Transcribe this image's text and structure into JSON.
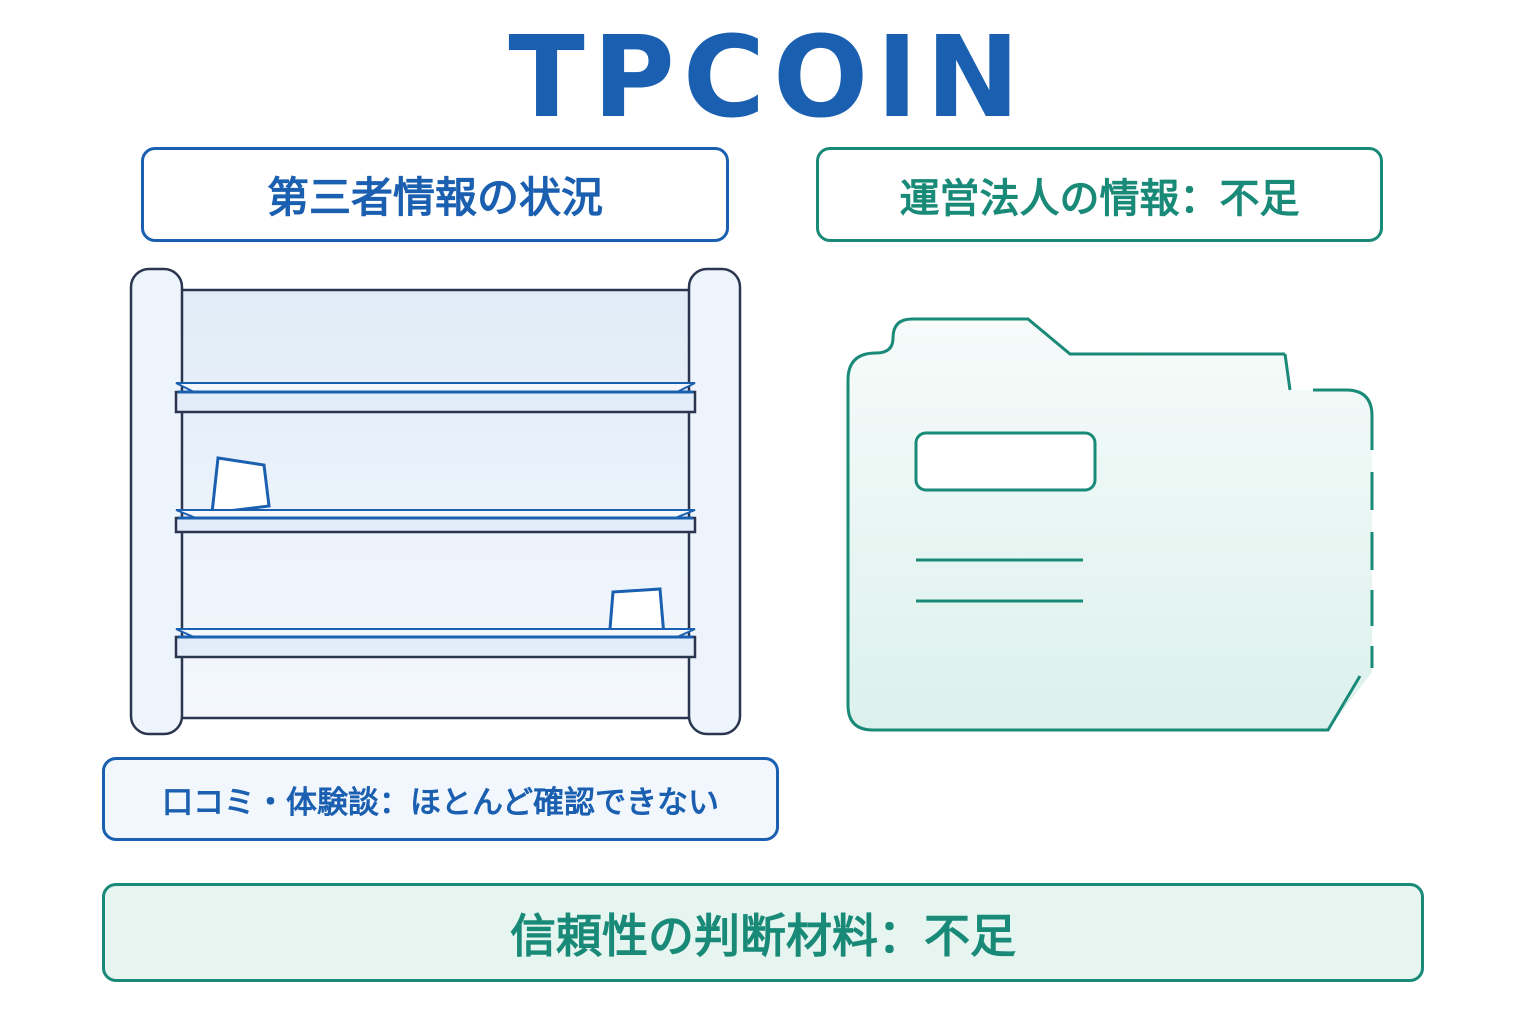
{
  "title": "TPCOIN",
  "third_party_heading": "第三者情報の状況",
  "corporate_heading": "運営法人の情報：不足",
  "reviews_caption": "口コミ・体験談：ほとんど確認できない",
  "trust_banner": "信頼性の判断材料：不足",
  "illustrations": {
    "left": "empty-shelf-icon",
    "right": "blank-folder-icon"
  },
  "colors": {
    "blue": "#1a5fb0",
    "teal": "#1a8a78",
    "navy": "#2a3550",
    "teal_fill": "#e7f5f1",
    "blue_fill": "#f2f7fd"
  }
}
